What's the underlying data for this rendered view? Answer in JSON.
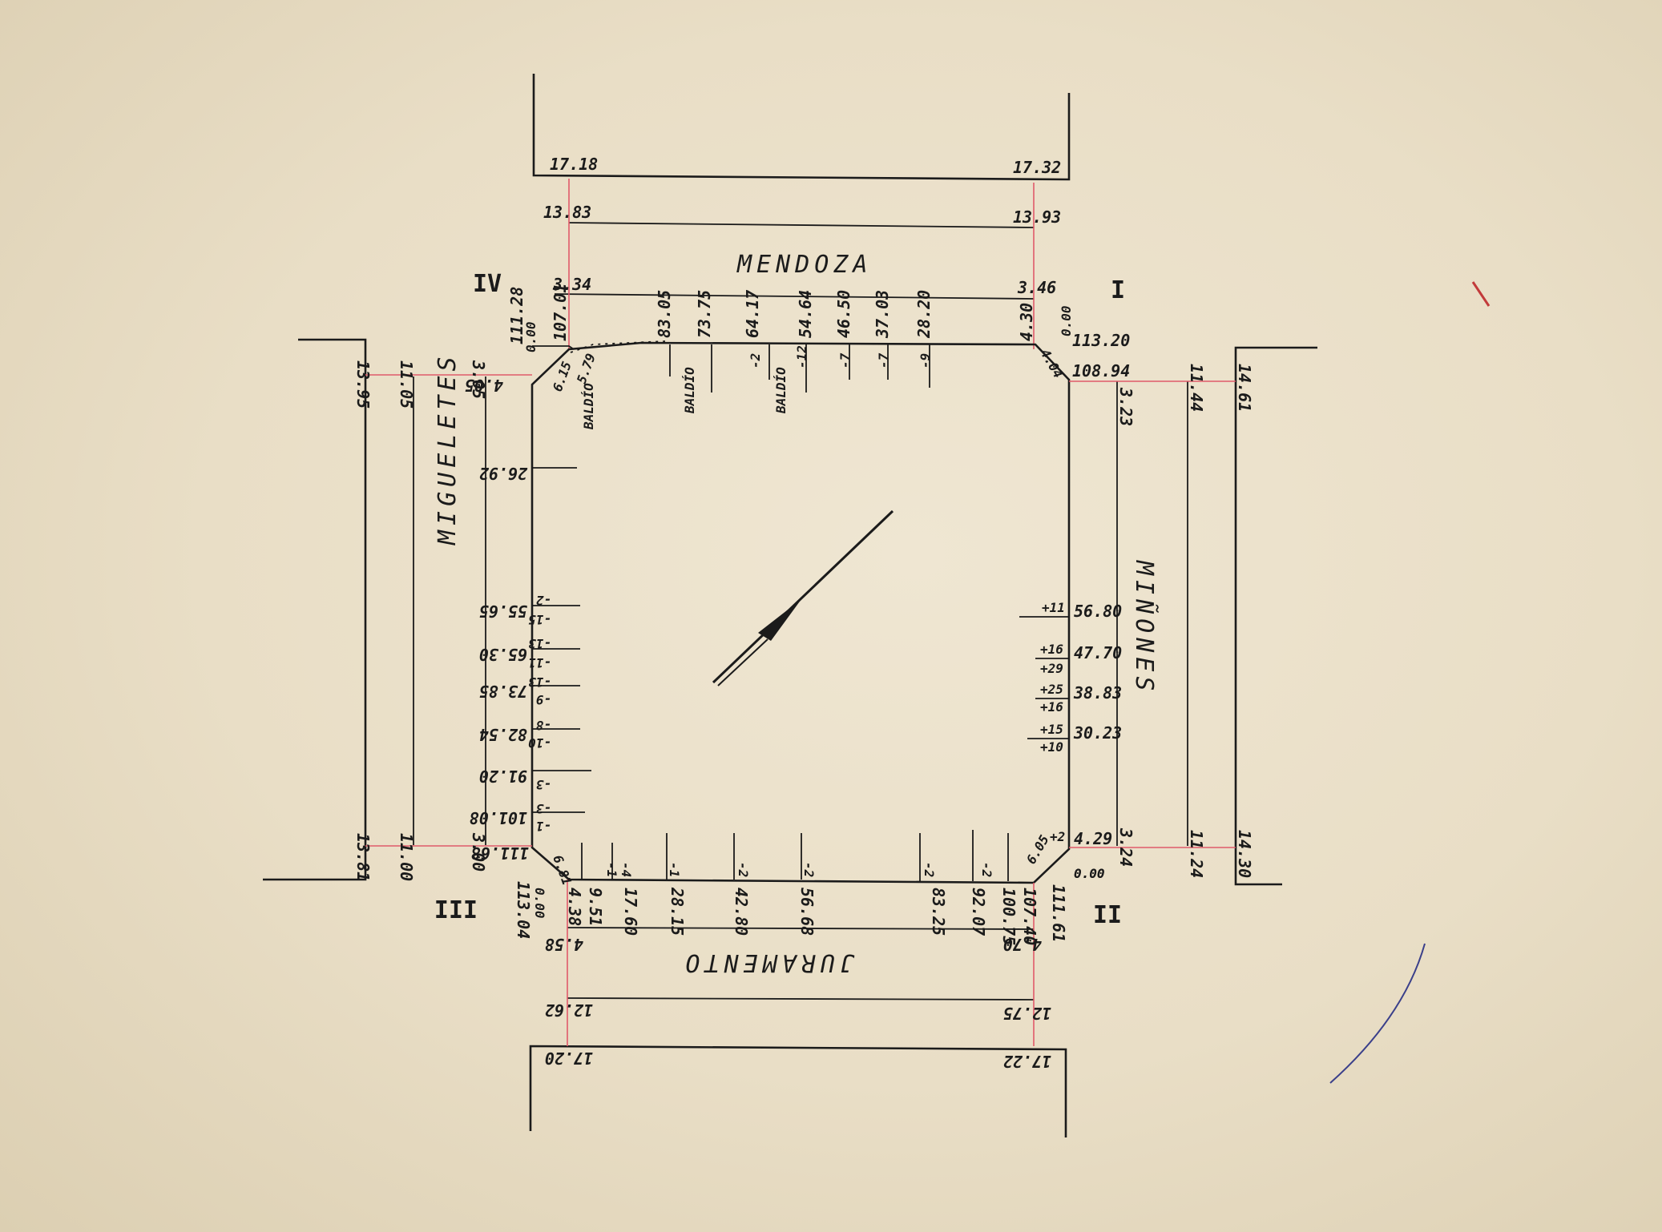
{
  "streets": {
    "north": "MENDOZA",
    "south": "JURAMENTO",
    "west": "MIGUELETES",
    "east": "MIÑONES"
  },
  "corners": {
    "i": "I",
    "ii": "II",
    "iii": "III",
    "iv": "IV"
  },
  "lots": {
    "baldio": "BALDÍO"
  },
  "north": {
    "top_left": "17.18",
    "top_right": "17.32",
    "mid_left": "13.83",
    "mid_right": "13.93",
    "near_left": "3.34",
    "near_right": "3.46",
    "corner_iv_a": "111.28",
    "corner_iv_b": "107.01",
    "corner_iv_c": "0.00",
    "corner_i_a": "113.20",
    "corner_i_b": "0.00",
    "corner_i_c": "4.30",
    "chamfer_iv": "6.15",
    "chamfer_iv2": "5.79",
    "chamfer_i": "4.04",
    "points": [
      "83.05",
      "73.75",
      "64.17",
      "54.64",
      "46.50",
      "37.03",
      "28.20"
    ],
    "marks": [
      "-2",
      "-12",
      "-7",
      "-7",
      "-9"
    ]
  },
  "west": {
    "outer_top": "13.95",
    "outer_bottom": "13.81",
    "mid_top": "11.05",
    "mid_bottom": "11.00",
    "near_top": "3.05",
    "near_bottom": "3.00",
    "corner_top": "4.05",
    "points": [
      "26.92",
      "55.65",
      "65.30",
      "73.85",
      "82.54",
      "91.20",
      "101.08"
    ],
    "marks": [
      "-2",
      "-15",
      "-13",
      "-11",
      "-13",
      "-9",
      "-8",
      "-10",
      "-3",
      "-3",
      "-1"
    ],
    "corner_bottom": "111.68"
  },
  "east": {
    "corner_top": "108.94",
    "near_top": "3.23",
    "mid_top": "11.44",
    "outer_top": "14.61",
    "points": [
      "56.80",
      "47.70",
      "38.83",
      "30.23"
    ],
    "marks": [
      "+11",
      "+16",
      "+29",
      "+25",
      "+16",
      "+15",
      "+10"
    ],
    "corner_bottom": "4.29",
    "corner_bottom_b": "0.00",
    "near_bottom": "3.24",
    "mid_bottom": "11.24",
    "outer_bottom": "14.30",
    "chamfer": "6.05",
    "mark_corner": "+2"
  },
  "south": {
    "corner_iii_a": "113.04",
    "corner_iii_b": "0.00",
    "corner_ii_a": "111.61",
    "corner_ii_b": "0.00",
    "points": [
      "4.38",
      "9.51",
      "17.60",
      "28.15",
      "42.80",
      "56.68",
      "83.25",
      "92.07",
      "100.75",
      "107.40"
    ],
    "marks": [
      "-4",
      "-1",
      "-1",
      "-2",
      "-2",
      "-2",
      "-2"
    ],
    "near_left": "4.58",
    "near_right": "4.70",
    "mid_left": "12.62",
    "mid_right": "12.75",
    "outer_left": "17.20",
    "outer_right": "17.22",
    "chamfer": "6.81"
  }
}
